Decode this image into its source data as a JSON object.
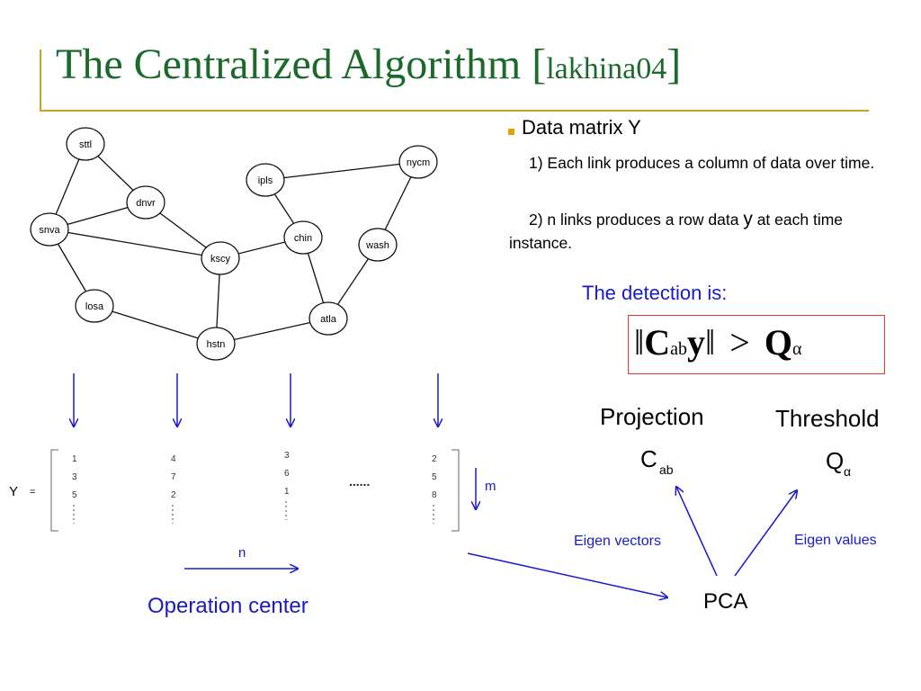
{
  "title": {
    "main": "The Centralized Algorithm [",
    "ref": "lakhina04",
    "close": "]"
  },
  "network": {
    "nodes": [
      "sttl",
      "dnvr",
      "snva",
      "kscy",
      "ipls",
      "nycm",
      "chin",
      "wash",
      "losa",
      "atla",
      "hstn"
    ]
  },
  "matrix": {
    "label": "Y",
    "equals": "=",
    "columns": [
      [
        "1",
        "3",
        "5"
      ],
      [
        "4",
        "7",
        "2"
      ],
      [
        "3",
        "6",
        "1"
      ],
      [
        "2",
        "5",
        "8"
      ]
    ],
    "ellipsis": "......",
    "m_label": "m",
    "n_label": "n"
  },
  "operation_center": "Operation center",
  "data_matrix": {
    "title": "Data matrix Y",
    "item1": "1) Each link produces a column of data over time.",
    "item2_pre": "2) n links produces a row data ",
    "item2_y": "y",
    "item2_post": " at each time instance."
  },
  "detection": {
    "label": "The detection is:",
    "C": "C",
    "ab": "ab",
    "y": "y",
    "gt": ">",
    "Q": "Q",
    "alpha": "α"
  },
  "projection": {
    "label": "Projection",
    "C": "C",
    "sub": "ab"
  },
  "threshold": {
    "label": "Threshold",
    "Q": "Q",
    "sub": "α"
  },
  "pca": "PCA",
  "eigen_vectors": "Eigen vectors",
  "eigen_values": "Eigen values",
  "colors": {
    "title": "#1b6a2c",
    "accent": "#c9a227",
    "blue": "#1a1acc",
    "box": "#ee3333",
    "bullet": "#e0a400"
  }
}
